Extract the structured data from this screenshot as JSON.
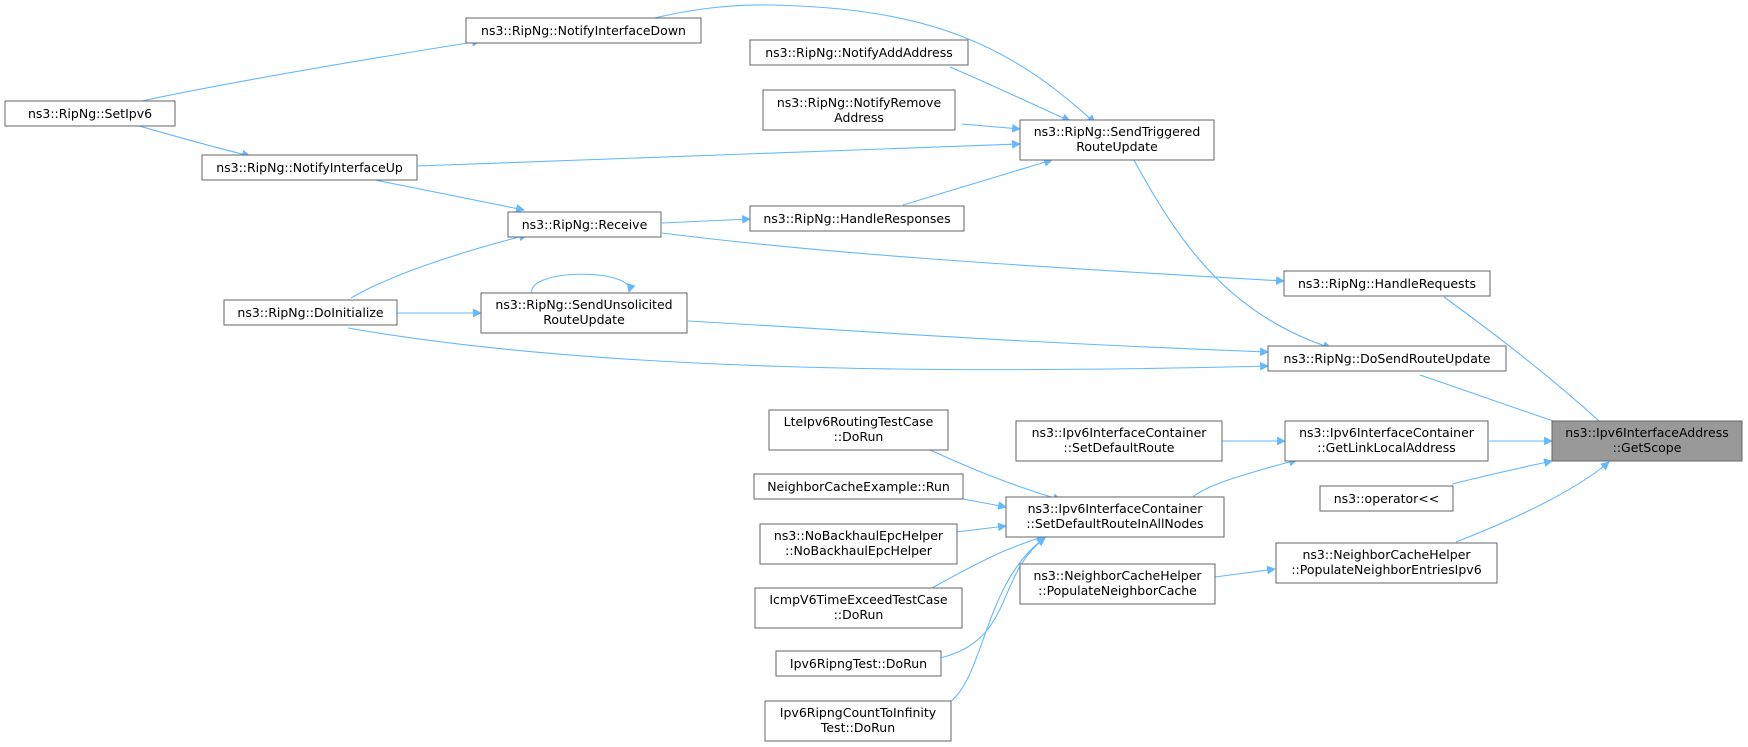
{
  "colors": {
    "edge": "#63b8ff",
    "node_border": "#666666",
    "focus_fill": "#999999",
    "node_fill": "#ffffff"
  },
  "nodes": {
    "notifyInterfaceDown": [
      "ns3::RipNg::NotifyInterfaceDown"
    ],
    "notifyAddAddress": [
      "ns3::RipNg::NotifyAddAddress"
    ],
    "notifyRemoveAddress": [
      "ns3::RipNg::NotifyRemove",
      "Address"
    ],
    "setIpv6": [
      "ns3::RipNg::SetIpv6"
    ],
    "notifyInterfaceUp": [
      "ns3::RipNg::NotifyInterfaceUp"
    ],
    "sendTriggered": [
      "ns3::RipNg::SendTriggered",
      "RouteUpdate"
    ],
    "receive": [
      "ns3::RipNg::Receive"
    ],
    "handleResponses": [
      "ns3::RipNg::HandleResponses"
    ],
    "doInitialize": [
      "ns3::RipNg::DoInitialize"
    ],
    "sendUnsolicited": [
      "ns3::RipNg::SendUnsolicited",
      "RouteUpdate"
    ],
    "handleRequests": [
      "ns3::RipNg::HandleRequests"
    ],
    "doSendRouteUpdate": [
      "ns3::RipNg::DoSendRouteUpdate"
    ],
    "lteDoRun": [
      "LteIpv6RoutingTestCase",
      "::DoRun"
    ],
    "neighborCacheRun": [
      "NeighborCacheExample::Run"
    ],
    "noBackhaul": [
      "ns3::NoBackhaulEpcHelper",
      "::NoBackhaulEpcHelper"
    ],
    "icmpDoRun": [
      "IcmpV6TimeExceedTestCase",
      "::DoRun"
    ],
    "ripngDoRun": [
      "Ipv6RipngTest::DoRun"
    ],
    "ripngCountDoRun": [
      "Ipv6RipngCountToInfinity",
      "Test::DoRun"
    ],
    "setDefaultRoute": [
      "ns3::Ipv6InterfaceContainer",
      "::SetDefaultRoute"
    ],
    "setDefaultRouteAll": [
      "ns3::Ipv6InterfaceContainer",
      "::SetDefaultRouteInAllNodes"
    ],
    "populateNeighborCache": [
      "ns3::NeighborCacheHelper",
      "::PopulateNeighborCache"
    ],
    "getLinkLocal": [
      "ns3::Ipv6InterfaceContainer",
      "::GetLinkLocalAddress"
    ],
    "operatorLtLt": [
      "ns3::operator<<"
    ],
    "populateNeighborEntries": [
      "ns3::NeighborCacheHelper",
      "::PopulateNeighborEntriesIpv6"
    ],
    "getScope": [
      "ns3::Ipv6InterfaceAddress",
      "::GetScope"
    ]
  }
}
